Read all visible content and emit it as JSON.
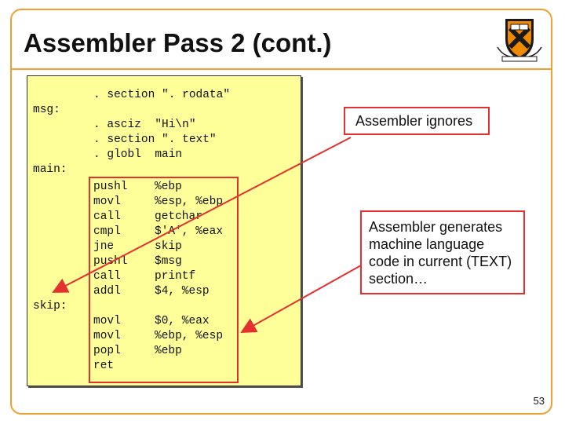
{
  "slide": {
    "title": "Assembler Pass 2 (cont.)",
    "page_number": "53"
  },
  "code": {
    "lines": [
      {
        "label": "",
        "instr": ". section \". rodata\"",
        "operand": ""
      },
      {
        "label": "msg:",
        "instr": "",
        "operand": ""
      },
      {
        "label": "",
        "instr": ". asciz  \"Hi\\n\"",
        "operand": ""
      },
      {
        "label": "",
        "instr": ". section \". text\"",
        "operand": ""
      },
      {
        "label": "",
        "instr": ". globl  main",
        "operand": ""
      },
      {
        "label": "main:",
        "instr": "",
        "operand": ""
      },
      {
        "label": "",
        "instr": "pushl",
        "operand": "%ebp"
      },
      {
        "label": "",
        "instr": "movl",
        "operand": "%esp, %ebp"
      },
      {
        "label": "",
        "instr": "call",
        "operand": "getchar"
      },
      {
        "label": "",
        "instr": "cmpl",
        "operand": "$'A', %eax"
      },
      {
        "label": "",
        "instr": "jne",
        "operand": "skip"
      },
      {
        "label": "",
        "instr": "pushl",
        "operand": "$msg"
      },
      {
        "label": "",
        "instr": "call",
        "operand": "printf"
      },
      {
        "label": "",
        "instr": "addl",
        "operand": "$4, %esp"
      },
      {
        "label": "skip:",
        "instr": "",
        "operand": ""
      },
      {
        "label": "",
        "instr": "movl",
        "operand": "$0, %eax"
      },
      {
        "label": "",
        "instr": "movl",
        "operand": "%ebp, %esp"
      },
      {
        "label": "",
        "instr": "popl",
        "operand": "%ebp"
      },
      {
        "label": "",
        "instr": "ret",
        "operand": ""
      }
    ]
  },
  "callouts": {
    "ignores": "Assembler ignores",
    "generates": "Assembler generates machine language code in current (TEXT) section…"
  },
  "colors": {
    "frame": "#f0a030",
    "code_background": "#ffff99",
    "highlight": "#e53030"
  }
}
